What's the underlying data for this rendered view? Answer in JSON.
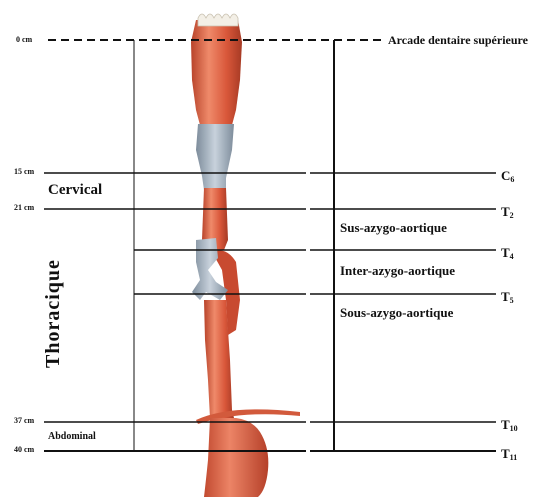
{
  "top_reference": "Arcade dentaire supérieure",
  "levels_cm": [
    "0 cm",
    "15 cm",
    "21 cm",
    "37 cm",
    "40 cm"
  ],
  "vertebrae": [
    {
      "letter": "C",
      "sub": "6"
    },
    {
      "letter": "T",
      "sub": "2"
    },
    {
      "letter": "T",
      "sub": "4"
    },
    {
      "letter": "T",
      "sub": "5"
    },
    {
      "letter": "T",
      "sub": "10"
    },
    {
      "letter": "T",
      "sub": "11"
    }
  ],
  "regions": {
    "cervical": "Cervical",
    "thoracique": "Thoracique",
    "abdominal": "Abdominal"
  },
  "segments": {
    "sus": "Sus-azygo-aortique",
    "inter": "Inter-azygo-aortique",
    "sous": "Sous-azygo-aortique"
  },
  "colors": {
    "esophagus": "#d9573a",
    "esophagus_dark": "#b8432a",
    "esophagus_light": "#ef8a6a",
    "cartilage": "#9aa8b6",
    "lines": "#111111"
  }
}
